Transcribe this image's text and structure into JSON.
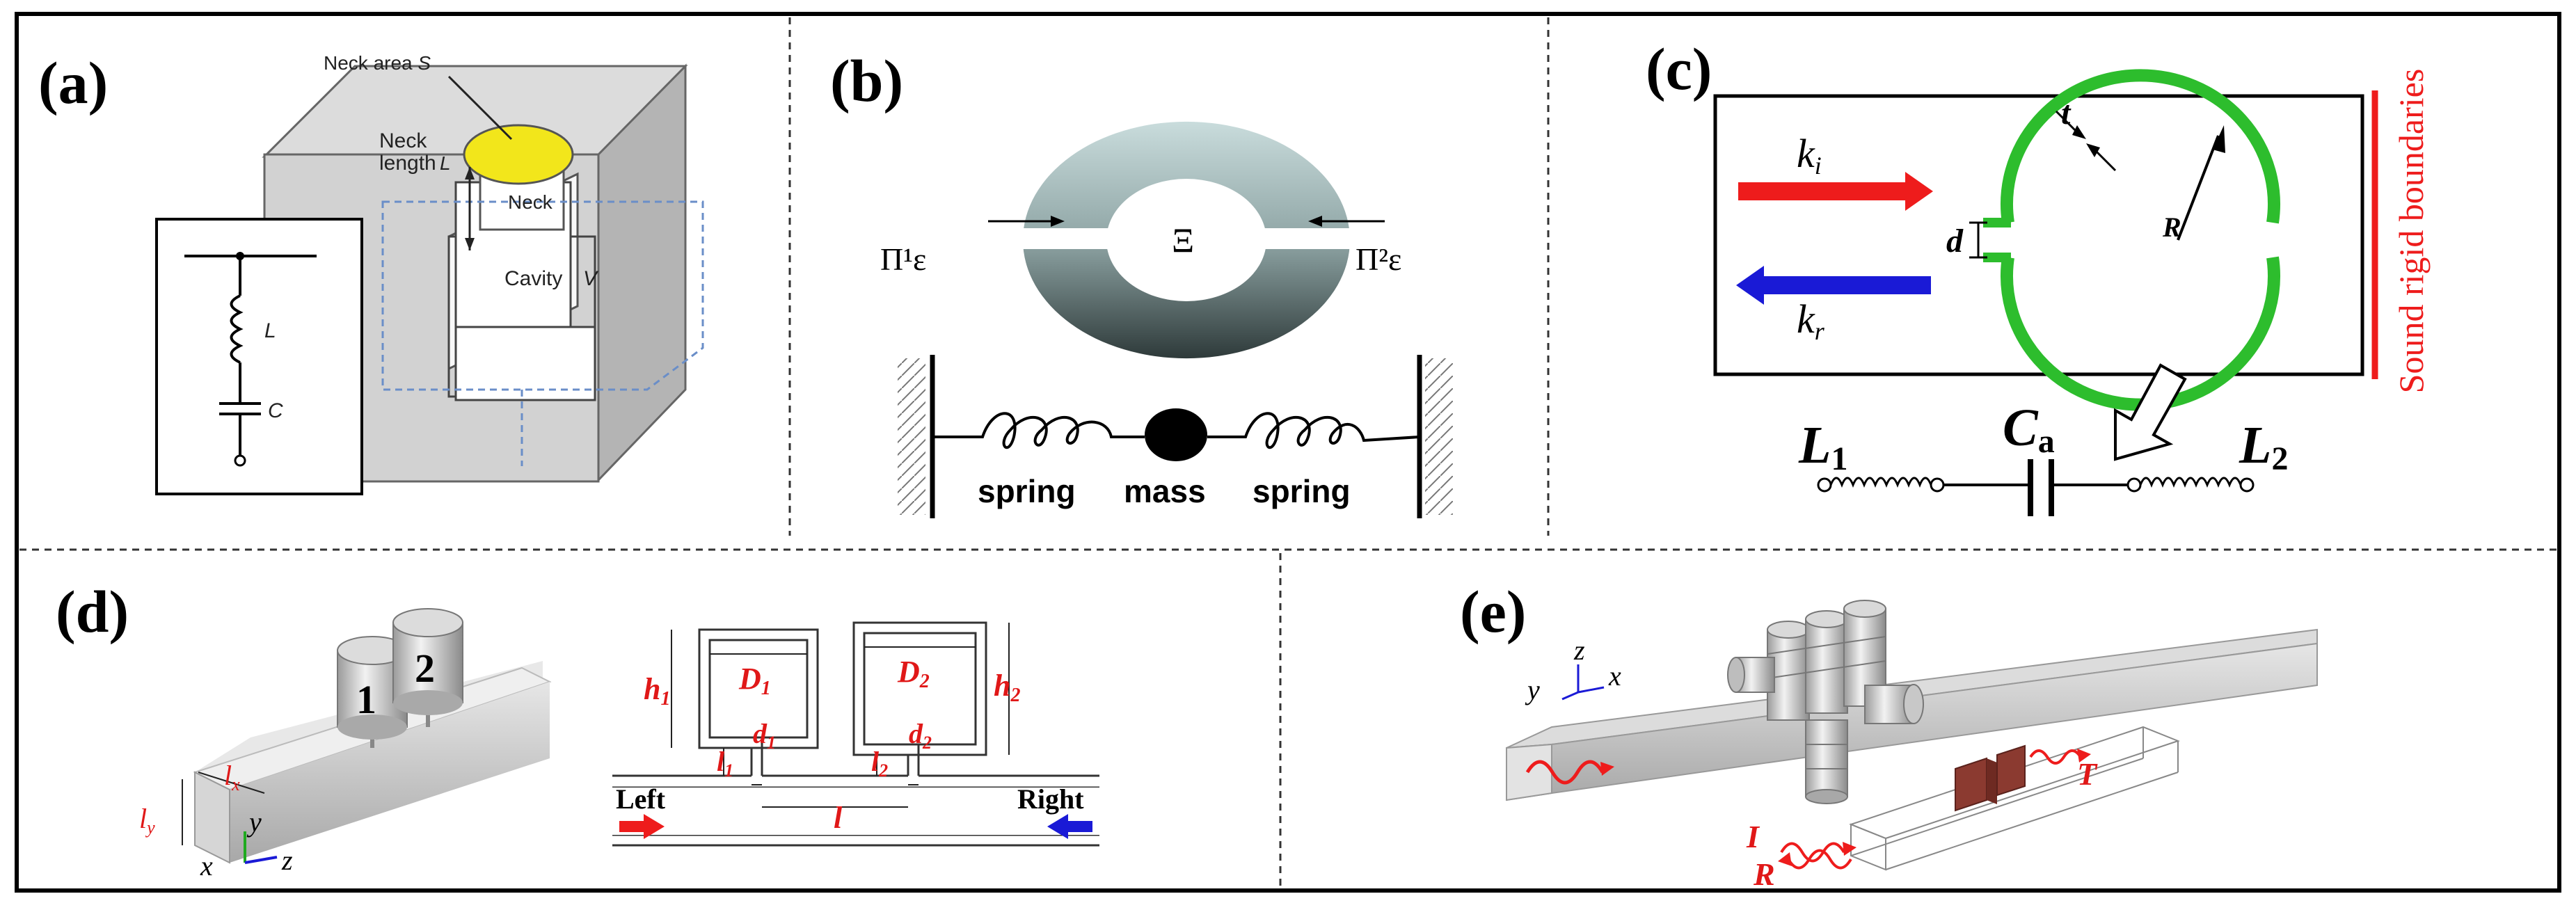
{
  "panels": {
    "a": {
      "label": "(a)",
      "neck_area": "Neck area ",
      "neck_area_symbol": "S",
      "neck_length_1": "Neck",
      "neck_length_2": "length",
      "length_symbol": "L",
      "neck": "Neck",
      "cavity": "Cavity",
      "cavity_symbol": "V",
      "inductor": "L",
      "capacitor": "C"
    },
    "b": {
      "label": "(b)",
      "center_symbol": "Ξ",
      "left_port": "Π¹ε",
      "right_port": "Π²ε",
      "caption_spring_1": "spring",
      "caption_mass": "mass",
      "caption_spring_2": "spring"
    },
    "c": {
      "label": "(c)",
      "incident": "k",
      "incident_sub": "i",
      "reflected": "k",
      "reflected_sub": "r",
      "thickness": "t",
      "gap": "d",
      "radius": "R",
      "boundary": "Sound rigid boundaries",
      "l1": "L",
      "l1_sub": "1",
      "ca": "C",
      "ca_sub": "a",
      "l2": "L",
      "l2_sub": "2"
    },
    "d": {
      "label": "(d)",
      "res1": "1",
      "res2": "2",
      "lx": "l",
      "lx_sub": "x",
      "ly": "l",
      "ly_sub": "y",
      "axis_x": "x",
      "axis_y": "y",
      "axis_z": "z",
      "h1": "h",
      "h1_sub": "1",
      "h2": "h",
      "h2_sub": "2",
      "D1": "D",
      "D1_sub": "1",
      "D2": "D",
      "D2_sub": "2",
      "d1": "d",
      "d1_sub": "1",
      "d2": "d",
      "d2_sub": "2",
      "l1": "l",
      "l1_sub": "1",
      "l2": "l",
      "l2_sub": "2",
      "l": "l",
      "left": "Left",
      "right": "Right"
    },
    "e": {
      "label": "(e)",
      "axis_z": "z",
      "axis_y": "y",
      "axis_x": "x",
      "incident": "I",
      "reflected": "R",
      "transmitted": "T"
    }
  },
  "colors": {
    "frame": "#000000",
    "yellow": "#f2e61b",
    "green": "#2dbd2d",
    "red": "#ee1c1c",
    "blue": "#1a1ad6",
    "label_red": "#e01818",
    "block": "#cfcfcf",
    "scatterer": "#8b3a30"
  }
}
